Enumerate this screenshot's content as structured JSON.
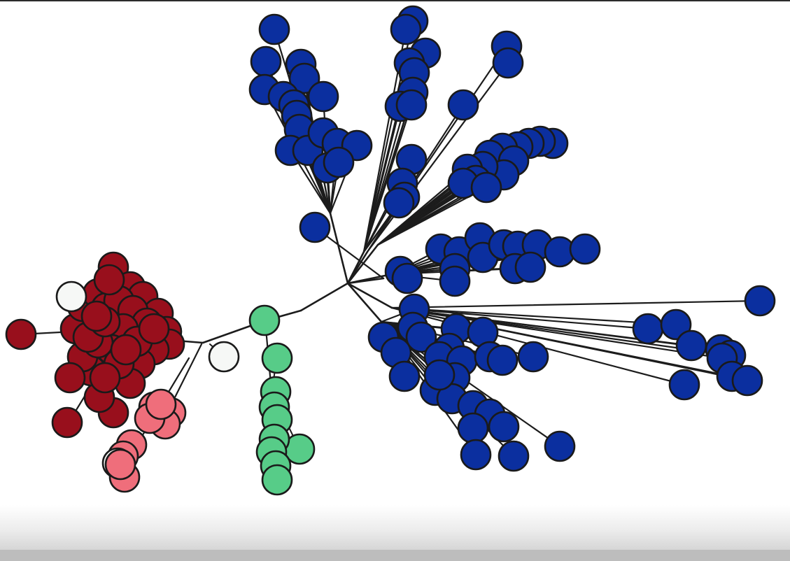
{
  "diagram": {
    "kind": "unrooted phylogenetic tree",
    "clusters": [
      {
        "name": "blue",
        "color": "#0b2f9f"
      },
      {
        "name": "red",
        "color": "#980f1c"
      },
      {
        "name": "pink",
        "color": "#ef6e7b"
      },
      {
        "name": "green",
        "color": "#57cc88"
      },
      {
        "name": "white",
        "color": "#f6f8f6"
      }
    ],
    "edge_color": "#1c1c1c",
    "node_outline": "#1a1a1a"
  }
}
